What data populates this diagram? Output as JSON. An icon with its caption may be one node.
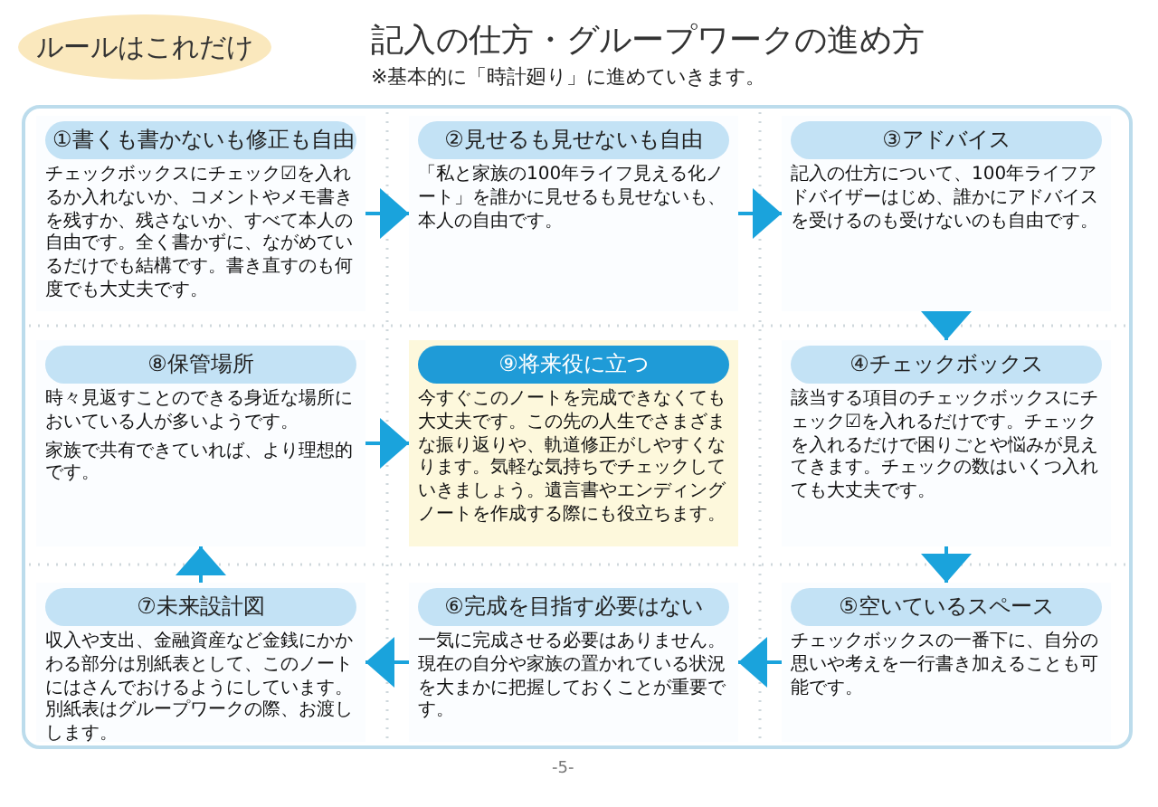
{
  "diagram": {
    "title": "記入の仕方・グループワークの進め方",
    "nodes": [
      {
        "text": [
          "ルールはこれだけ"
        ]
      },
      {
        "text": [
          "①書くも書かないも修正も自由",
          "チェックボックスにチェック☑を入れるか入れないか、コメントやメモ書きを残すか、残さないか、すべて本人の自由です。全く書かずに、ながめているだけでも結構です。書き直すのも何度でも大丈夫です。"
        ]
      },
      {
        "text": [
          "②見せるも見せないも自由",
          "「私と家族の100年ライフ見える化ノート」を誰かに見せるも見せないも、本人の自由です。"
        ]
      },
      {
        "text": [
          "③アドバイス",
          "記入の仕方について、100年ライフアドバイザーはじめ、誰かにアドバイスを受けるのも受けないのも自由です。"
        ]
      },
      {
        "text": [
          "⑧保管場所",
          "時々見返すことのできる身近な場所においている人が多いようです。",
          "家族で共有できていれば、より理想的です。"
        ]
      },
      {
        "text": [
          "⑨将来役に立つ",
          "今すぐこのノートを完成できなくても大丈夫です。この先の人生でさまざまな振り返りや、軌道修正がしやすくなります。気軽な気持ちでチェックしていきましょう。遺言書やエンディングノートを作成する際にも役立ちます。"
        ]
      },
      {
        "text": [
          "④チェックボックス",
          "該当する項目のチェックボックスにチェック☑を入れるだけです。チェックを入れるだけで困りごとや悩みが見えてきます。チェックの数はいくつ入れても大丈夫です。"
        ]
      },
      {
        "text": [
          "⑦未来設計図",
          "収入や支出、金融資産など金銭にかかわる部分は別紙表として、このノートにはさんでおけるようにしています。別紙表はグループワークの際、お渡しします。"
        ]
      },
      {
        "text": [
          "⑥完成を目指す必要はない",
          "一気に完成させる必要はありません。現在の自分や家族の置かれている状況を大まかに把握しておくことが重要です。"
        ]
      },
      {
        "text": [
          "⑤空いているスペース",
          "チェックボックスの一番下に、自分の思いや考えを一行書き加えることも可能です。"
        ]
      }
    ],
    "edges": [
      {
        "from": 1,
        "to": 2,
        "arrow": "to"
      },
      {
        "from": 2,
        "to": 3,
        "arrow": "to"
      },
      {
        "from": 3,
        "to": 6,
        "arrow": "to"
      },
      {
        "from": 6,
        "to": 9,
        "arrow": "to"
      },
      {
        "from": 9,
        "to": 8,
        "arrow": "to"
      },
      {
        "from": 8,
        "to": 7,
        "arrow": "to"
      },
      {
        "from": 7,
        "to": 4,
        "arrow": "to"
      },
      {
        "from": 4,
        "to": 5,
        "arrow": "to"
      }
    ],
    "labels": [
      "※基本的に「時計廻り」に進めていきます。",
      "-5-"
    ]
  }
}
